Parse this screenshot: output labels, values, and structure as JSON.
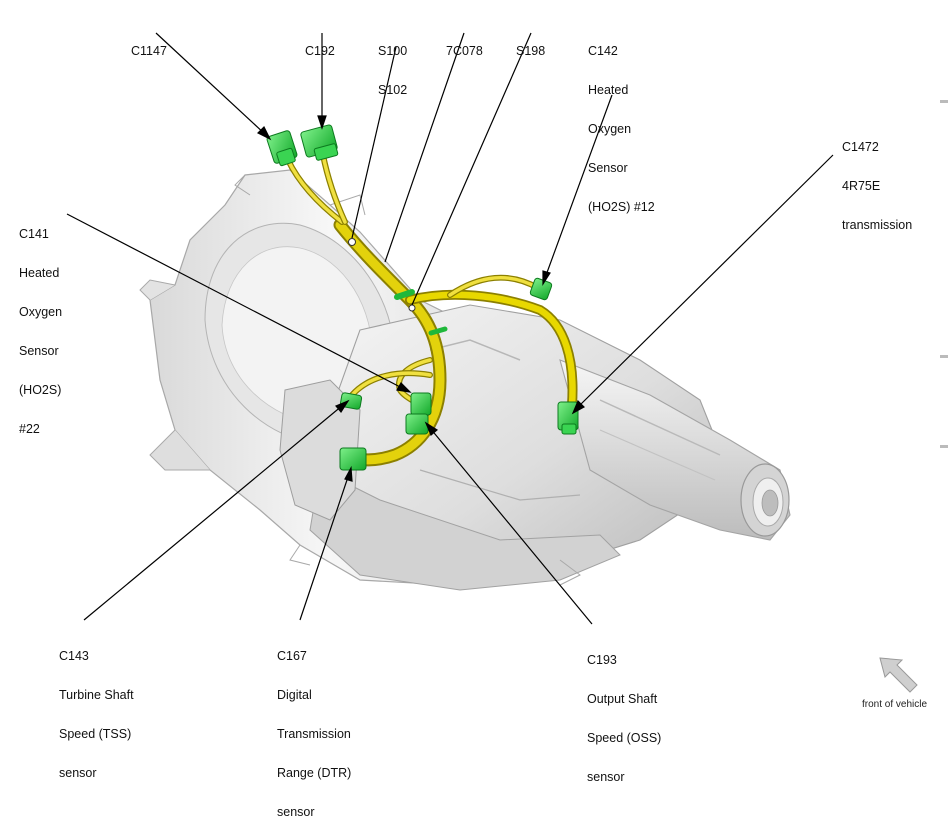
{
  "callouts": {
    "c1147": [
      "C1147"
    ],
    "c192": [
      "C192"
    ],
    "s100_s102": [
      "S100",
      "S102"
    ],
    "c7c078": [
      "7C078"
    ],
    "s198": [
      "S198"
    ],
    "c142": [
      "C142",
      "Heated",
      "Oxygen",
      "Sensor",
      "(HO2S) #12"
    ],
    "c1472": [
      "C1472",
      "4R75E",
      "transmission"
    ],
    "c141": [
      "C141",
      "Heated",
      "Oxygen",
      "Sensor",
      "(HO2S)",
      "#22"
    ],
    "c143": [
      "C143",
      "Turbine Shaft",
      "Speed (TSS)",
      "sensor"
    ],
    "c167": [
      "C167",
      "Digital",
      "Transmission",
      "Range (DTR)",
      "sensor"
    ],
    "c193": [
      "C193",
      "Output Shaft",
      "Speed (OSS)",
      "sensor"
    ]
  },
  "orientation_note": "front of vehicle",
  "colors": {
    "transmission_body": "#e4e4e4",
    "harness": "#e8d800",
    "connector": "#2fd64a",
    "leader": "#000000",
    "arrow": "#c8c8c8"
  },
  "icons": [
    "front-of-vehicle-arrow-icon"
  ]
}
